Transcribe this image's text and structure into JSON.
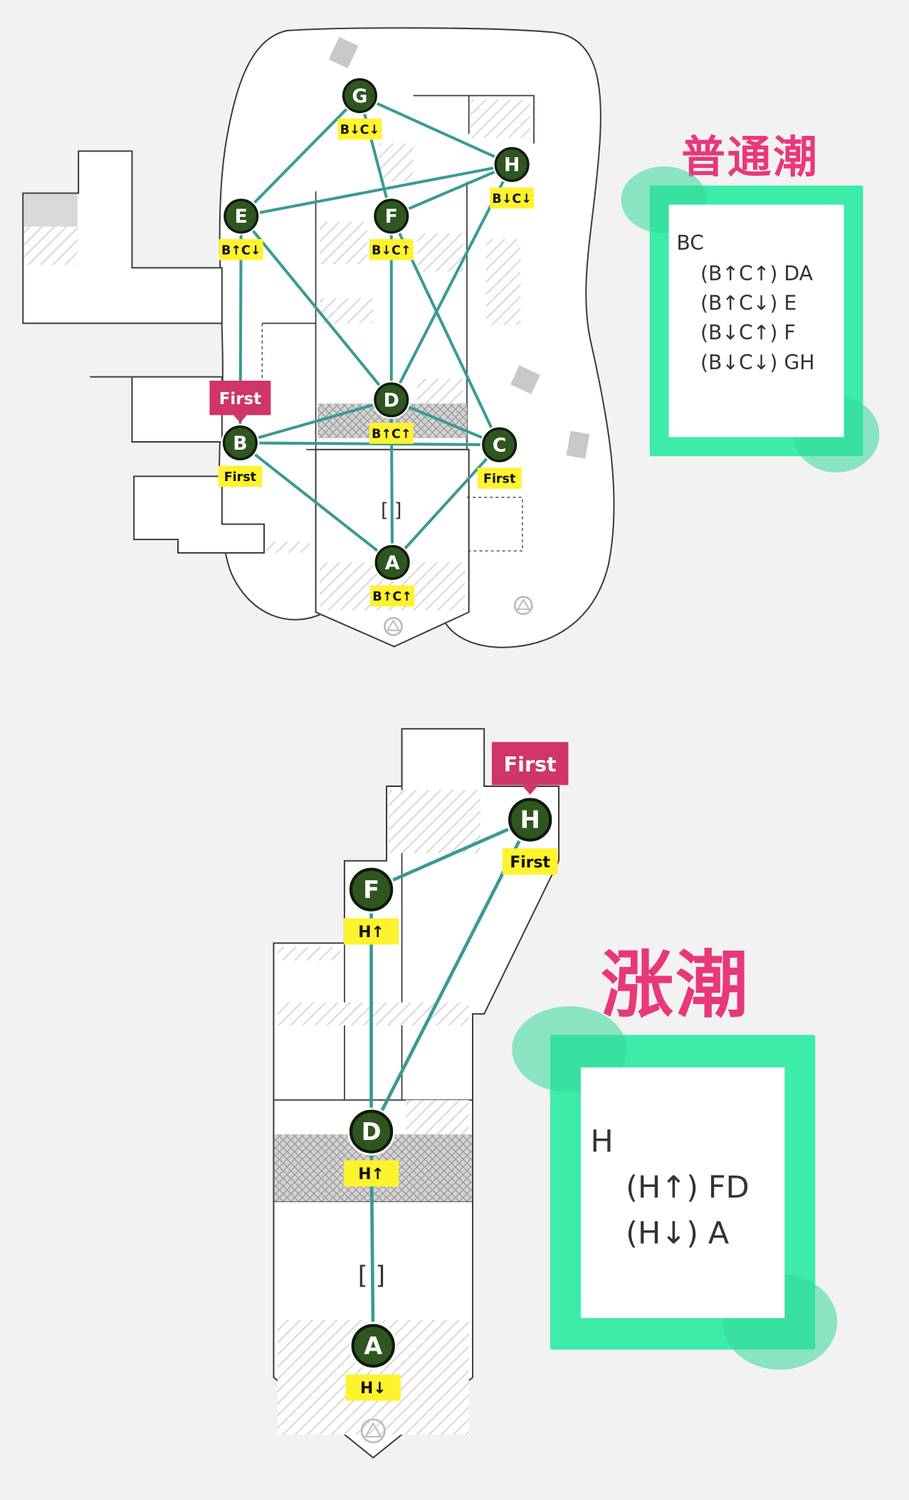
{
  "tide_normal": {
    "title": "普通潮",
    "route_header": "BC",
    "routes": [
      "(B↑C↑) DA",
      "(B↑C↓) E",
      "(B↓C↑) F",
      "(B↓C↓) GH"
    ]
  },
  "tide_high": {
    "title": "涨潮",
    "route_header": "H",
    "routes": [
      "(H↑) FD",
      "(H↓) A"
    ]
  },
  "map_normal": {
    "nodes": [
      {
        "id": "G",
        "tag": "B↓C↓"
      },
      {
        "id": "H",
        "tag": "B↓C↓"
      },
      {
        "id": "E",
        "tag": "B↑C↓"
      },
      {
        "id": "F",
        "tag": "B↓C↑"
      },
      {
        "id": "D",
        "tag": "B↑C↑"
      },
      {
        "id": "B",
        "tag": "First"
      },
      {
        "id": "C",
        "tag": "First"
      },
      {
        "id": "A",
        "tag": "B↑C↑"
      }
    ],
    "first_flag": "First"
  },
  "map_high": {
    "nodes": [
      {
        "id": "H",
        "tag": "First"
      },
      {
        "id": "F",
        "tag": "H↑"
      },
      {
        "id": "D",
        "tag": "H↑"
      },
      {
        "id": "A",
        "tag": "H↓"
      }
    ],
    "first_flag": "First"
  },
  "colors": {
    "edge": "#3a9a94",
    "node_fill": "#2f5520",
    "tag_bg": "#fff22e",
    "flag_bg": "#cf3566",
    "panel": "#3deca8",
    "title": "#e83878"
  }
}
